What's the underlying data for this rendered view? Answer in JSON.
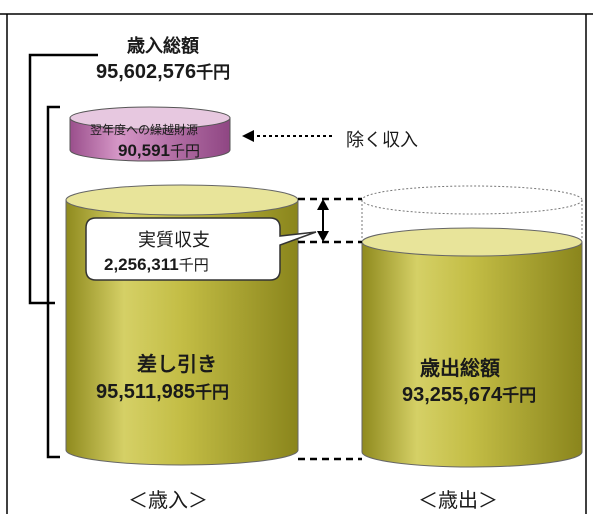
{
  "revenue_total": {
    "label": "歳入総額",
    "amount": "95,602,576",
    "unit": "千円"
  },
  "carryover": {
    "label": "翌年度への繰越財源",
    "amount": "90,591",
    "unit": "千円"
  },
  "excluded_note": "除く収入",
  "real_balance": {
    "label": "実質収支",
    "amount": "2,256,311",
    "unit": "千円"
  },
  "net_revenue": {
    "label": "差し引き",
    "amount": "95,511,985",
    "unit": "千円"
  },
  "expenditure_total": {
    "label": "歳出総額",
    "amount": "93,255,674",
    "unit": "千円"
  },
  "captions": {
    "revenue": "＜歳入＞",
    "expenditure": "＜歳出＞"
  },
  "colors": {
    "cylinder_olive": "#b7b13a",
    "cylinder_top": "#e8e49a",
    "carryover_purple": "#b56aa6",
    "carryover_top": "#e7c8e0"
  }
}
